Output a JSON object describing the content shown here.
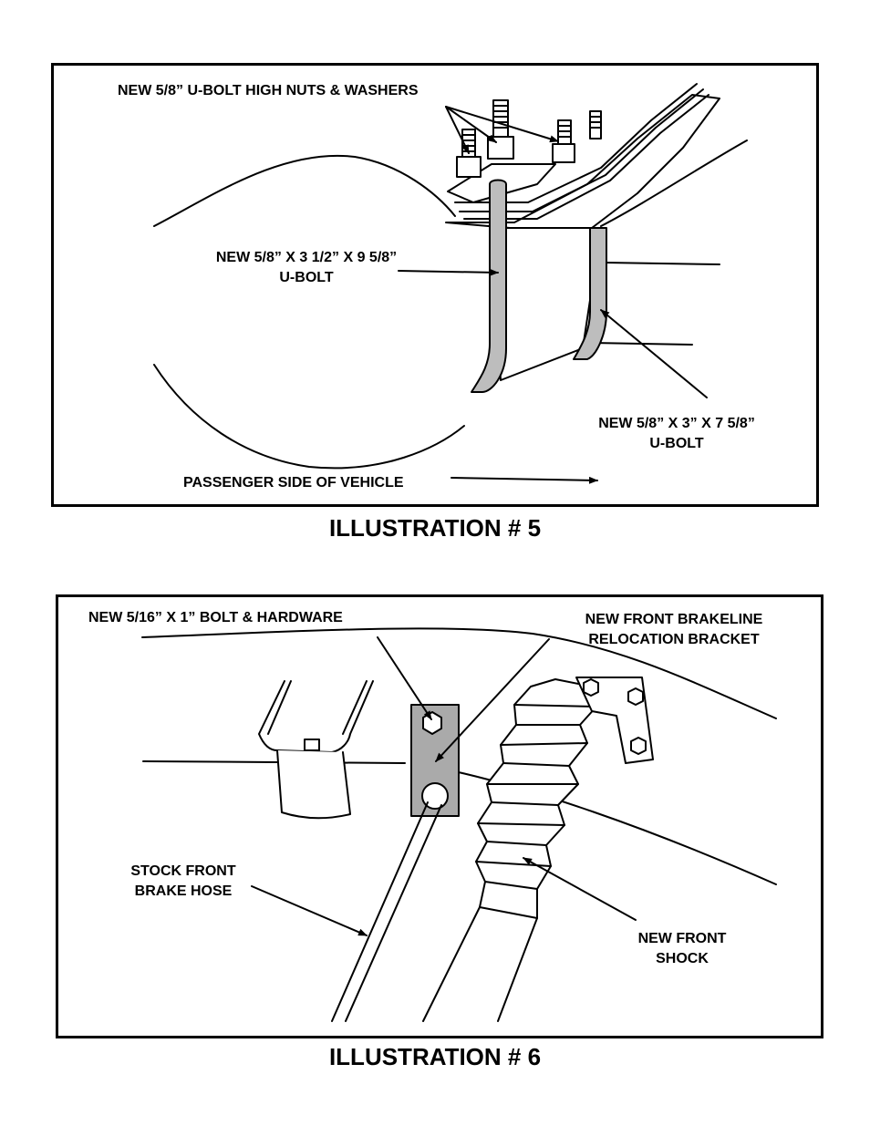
{
  "illustration5": {
    "caption": "ILLUSTRATION # 5",
    "labels": {
      "nuts": "NEW 5/8” U-BOLT HIGH NUTS & WASHERS",
      "ubolt_long_1": "NEW 5/8” X 3 1/2” X 9 5/8”",
      "ubolt_long_2": "U-BOLT",
      "ubolt_short_1": "NEW 5/8” X 3” X 7 5/8”",
      "ubolt_short_2": "U-BOLT",
      "passenger": "PASSENGER SIDE OF VEHICLE"
    }
  },
  "illustration6": {
    "caption": "ILLUSTRATION # 6",
    "labels": {
      "bolt": "NEW 5/16” X 1” BOLT & HARDWARE",
      "bracket_1": "NEW FRONT BRAKELINE",
      "bracket_2": "RELOCATION BRACKET",
      "hose_1": "STOCK FRONT",
      "hose_2": "BRAKE HOSE",
      "shock_1": "NEW FRONT",
      "shock_2": "SHOCK"
    }
  }
}
